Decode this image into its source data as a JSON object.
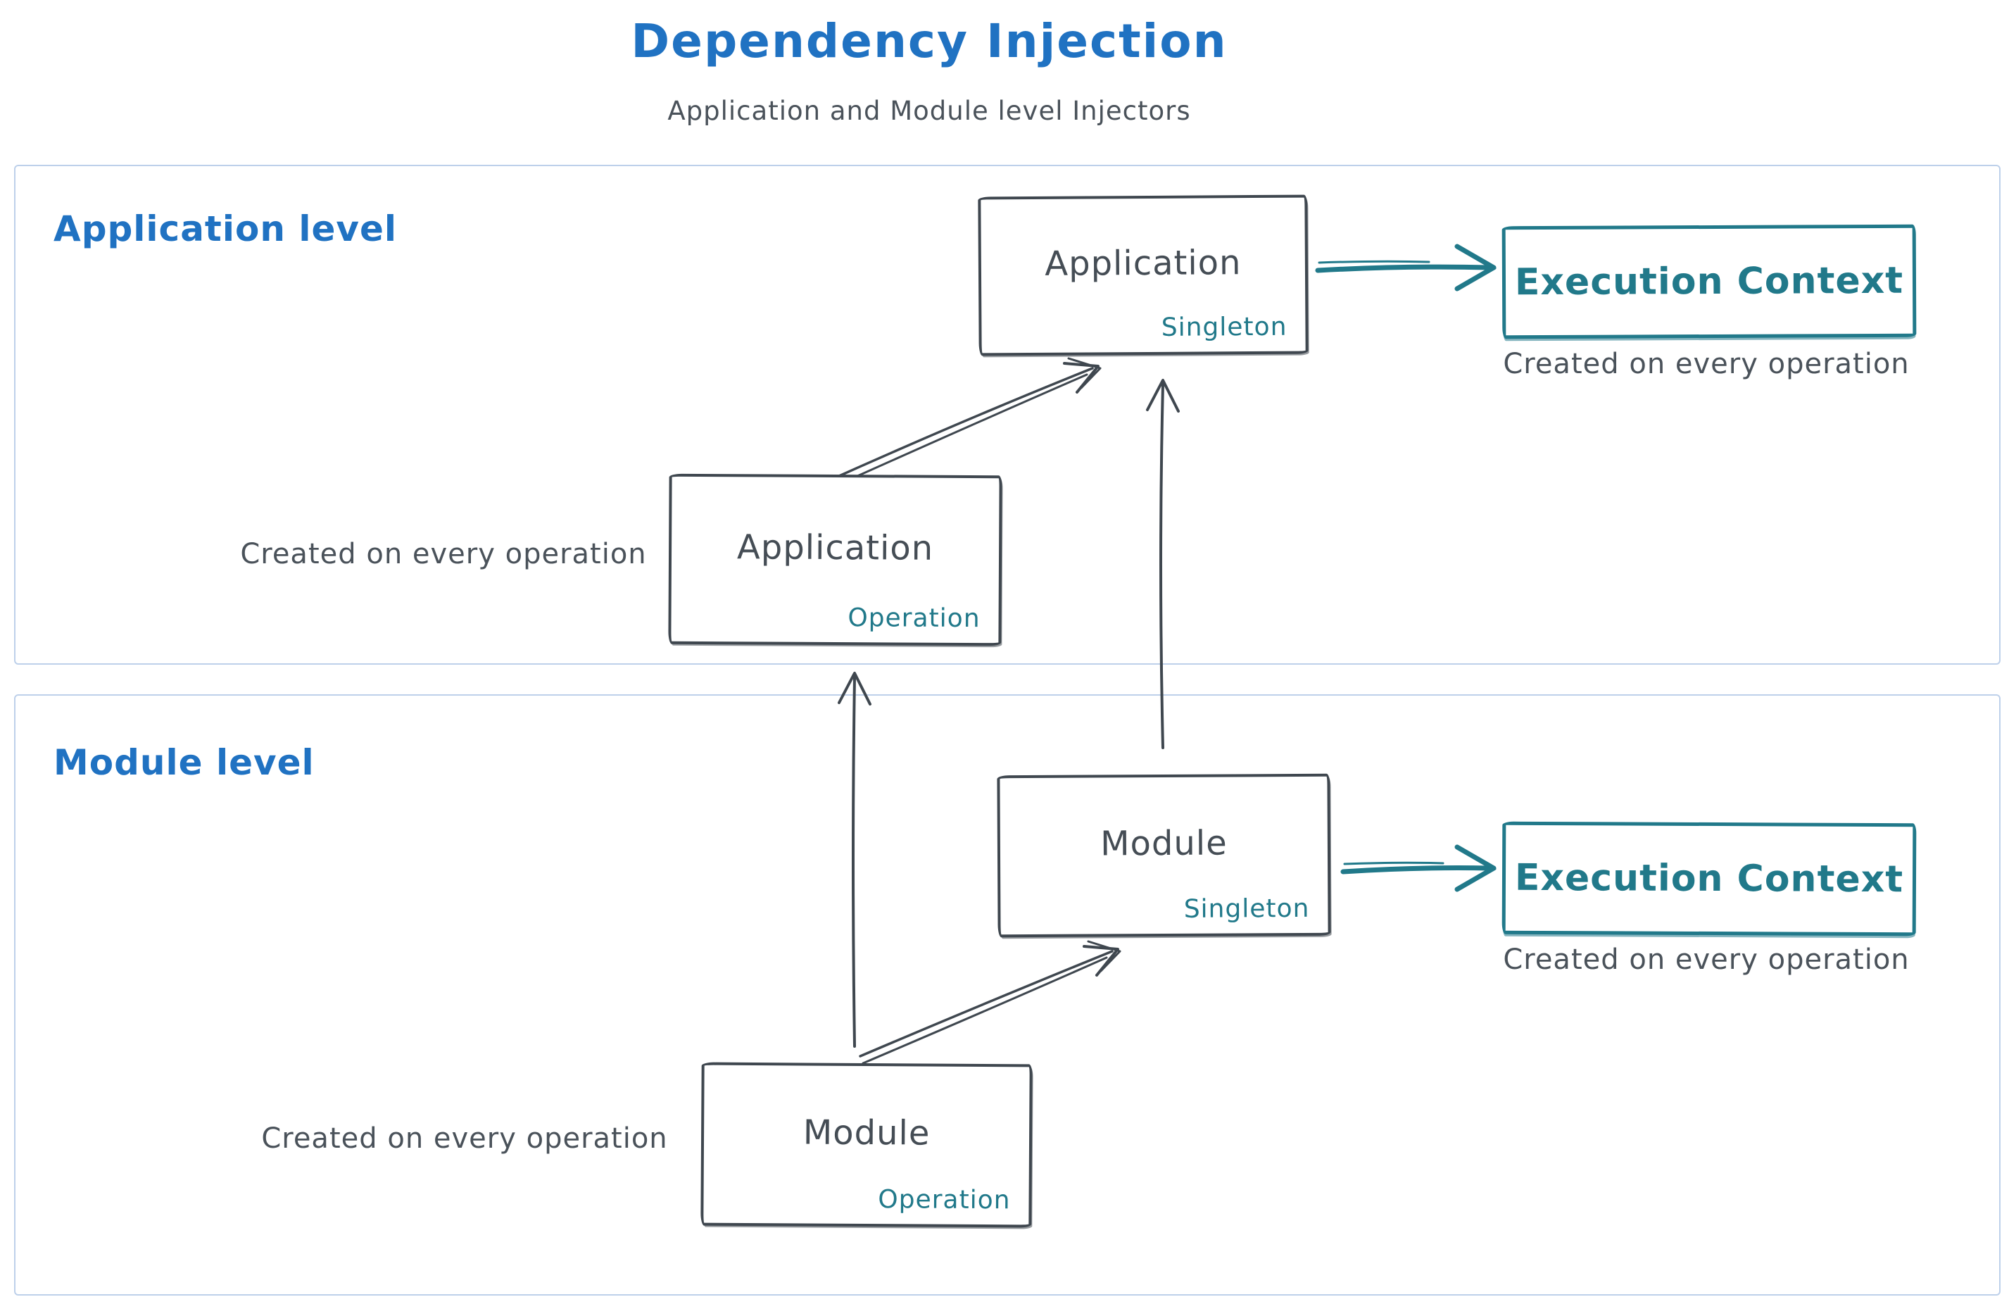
{
  "title": "Dependency Injection",
  "subtitle": "Application and Module level Injectors",
  "colors": {
    "heading_blue": "#2072c2",
    "teal_accent": "#21798a",
    "dark_stroke": "#3f474f",
    "text_dark": "#4a525a",
    "container_border": "#bdd0ea"
  },
  "application_section": {
    "label": "Application level",
    "singleton_box": {
      "title": "Application",
      "variant": "Singleton"
    },
    "operation_box": {
      "title": "Application",
      "variant": "Operation"
    },
    "execution_context_box": {
      "label": "Execution Context"
    },
    "execution_context_caption": "Created on every operation",
    "operation_caption": "Created on every operation"
  },
  "module_section": {
    "label": "Module level",
    "singleton_box": {
      "title": "Module",
      "variant": "Singleton"
    },
    "operation_box": {
      "title": "Module",
      "variant": "Operation"
    },
    "execution_context_box": {
      "label": "Execution Context"
    },
    "execution_context_caption": "Created on every operation",
    "operation_caption": "Created on every operation"
  }
}
